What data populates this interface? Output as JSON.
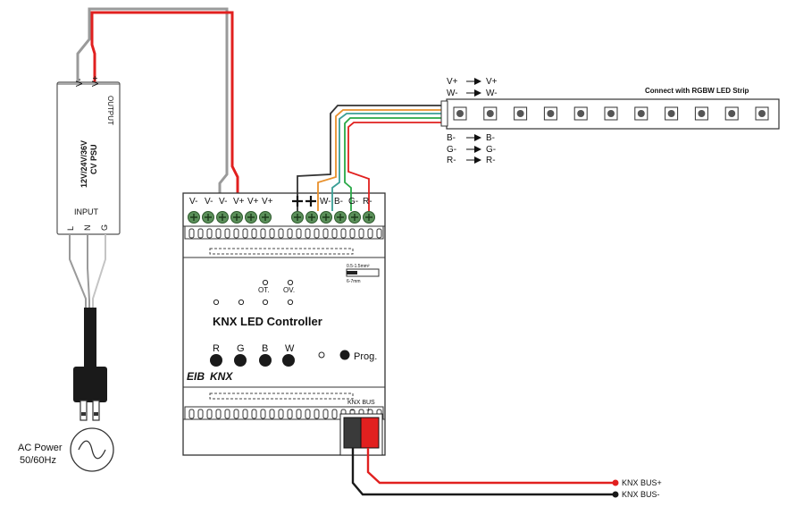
{
  "psu": {
    "output_label": "OUTPUT",
    "vminus": "V-",
    "vplus": "V+",
    "type_line1": "12V/24V/36V",
    "type_line2": "CV PSU",
    "input_label": "INPUT",
    "l": "L",
    "n": "N",
    "g": "G"
  },
  "ac": {
    "line1": "AC Power",
    "line2": "50/60Hz"
  },
  "controller": {
    "terminals_left": [
      "V-",
      "V-",
      "V-",
      "V+",
      "V+",
      "V+"
    ],
    "terminals_right": [
      "W-",
      "B-",
      "G-",
      "R-"
    ],
    "led_ot": "OT.",
    "led_ov": "OV.",
    "title": "KNX LED Controller",
    "channel_buttons": [
      "R",
      "G",
      "B",
      "W"
    ],
    "prog_label": "Prog.",
    "wire_spec_top": "0.5-1.5mm²",
    "wire_spec_bottom": "6-7mm",
    "eib_logo": "EIB",
    "knx_logo": "KNX",
    "bus_label": "KNX BUS",
    "bus_minus": "–",
    "bus_plus": "+"
  },
  "strip": {
    "title": "Connect with RGBW LED Strip",
    "top_map": [
      {
        "from": "V+",
        "to": "V+"
      },
      {
        "from": "W-",
        "to": "W-"
      }
    ],
    "bottom_map": [
      {
        "from": "B-",
        "to": "B-"
      },
      {
        "from": "G-",
        "to": "G-"
      },
      {
        "from": "R-",
        "to": "R-"
      }
    ]
  },
  "bus": {
    "plus_label": "KNX BUS+",
    "minus_label": "KNX BUS-"
  },
  "colors": {
    "red": "#e1201f",
    "dark": "#222222",
    "gray": "#9a9a9a",
    "orange": "#e8902c",
    "teal": "#3a9f96",
    "green": "#29a846",
    "terminal": "#5a8f59"
  }
}
